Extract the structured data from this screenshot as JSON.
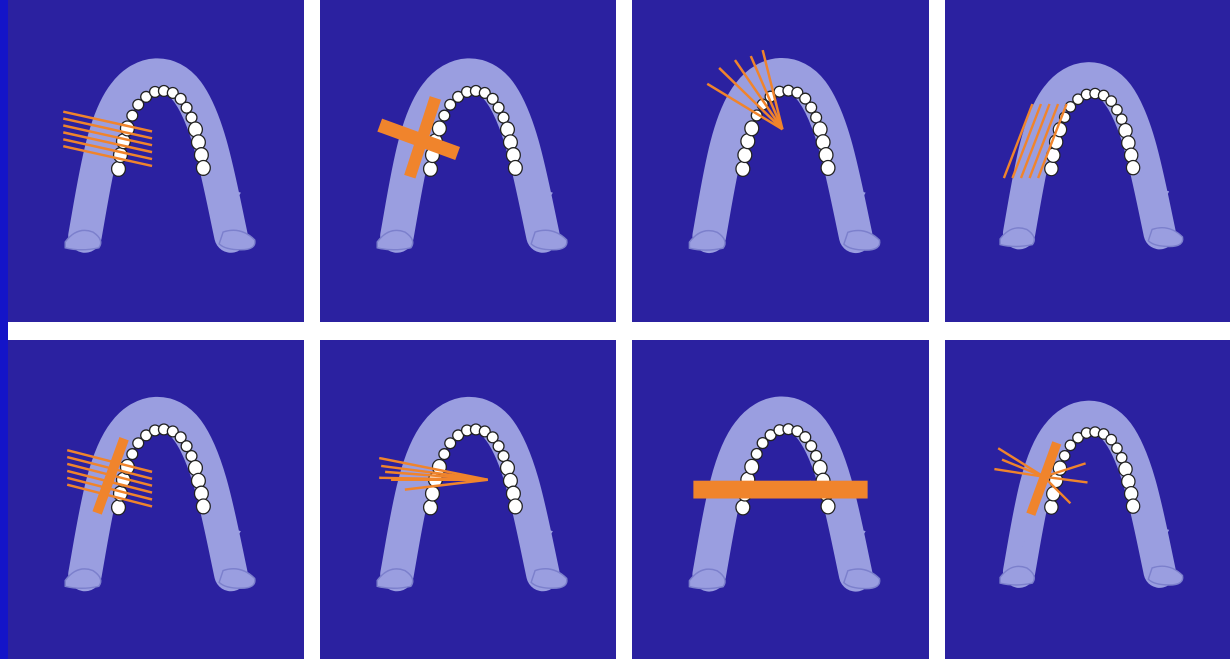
{
  "colors": {
    "frame": "#1414c8",
    "panel_bg": "#2b21a0",
    "gutter": "#ffffff",
    "mandible_fill": "#9a9ee0",
    "mandible_stroke": "#7c80cc",
    "tooth_fill": "#ffffff",
    "tooth_stroke": "#222222",
    "beam": "#f0842c"
  },
  "panels": [
    {
      "id": "p1",
      "icon": "mandible-with-parallel-beams-icon",
      "pattern": "parallel-rays-left-molar"
    },
    {
      "id": "p2",
      "icon": "mandible-with-crossed-beams-icon",
      "pattern": "crossed-bars"
    },
    {
      "id": "p3",
      "icon": "mandible-with-fanned-beams-icon",
      "pattern": "fan-rays-anterior"
    },
    {
      "id": "p4",
      "icon": "mandible-with-oblique-beams-icon",
      "pattern": "oblique-parallel-rays"
    },
    {
      "id": "p5",
      "icon": "mandible-with-bar-and-rays-icon",
      "pattern": "bar-with-parallel-rays"
    },
    {
      "id": "p6",
      "icon": "mandible-with-converging-beams-icon",
      "pattern": "converging-rays"
    },
    {
      "id": "p7",
      "icon": "mandible-with-horizontal-bar-icon",
      "pattern": "horizontal-wide-bar"
    },
    {
      "id": "p8",
      "icon": "mandible-with-starburst-beams-icon",
      "pattern": "starburst-rays"
    }
  ]
}
